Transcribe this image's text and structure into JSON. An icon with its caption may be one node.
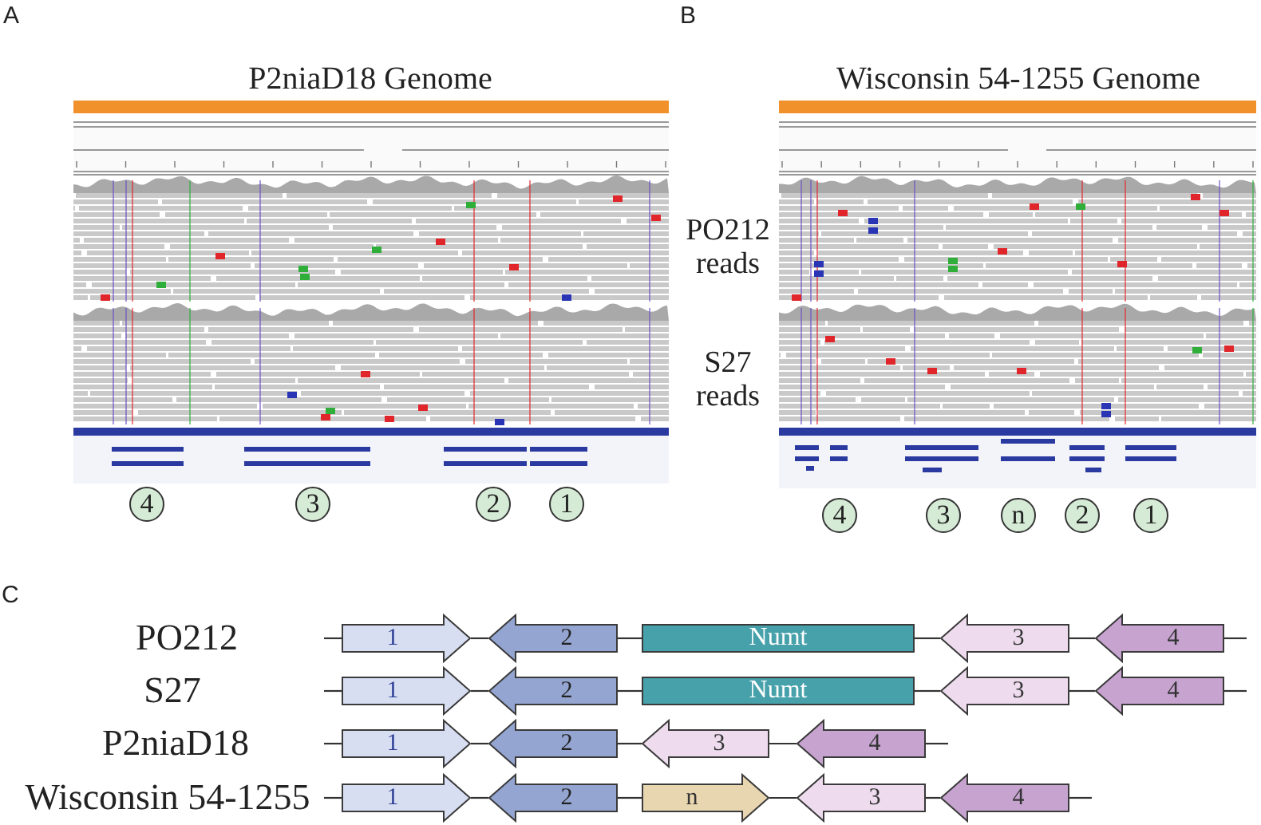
{
  "diagram": {
    "nodes": [
      {
        "text": [
          "4"
        ]
      },
      {
        "text": [
          "3"
        ]
      },
      {
        "text": [
          "2"
        ]
      },
      {
        "text": [
          "1"
        ]
      },
      {
        "text": [
          "4"
        ]
      },
      {
        "text": [
          "3"
        ]
      },
      {
        "text": [
          "n"
        ]
      },
      {
        "text": [
          "2"
        ]
      },
      {
        "text": [
          "1"
        ]
      },
      {
        "text": [
          "1"
        ]
      },
      {
        "text": [
          "2"
        ]
      },
      {
        "text": [
          "Numt"
        ]
      },
      {
        "text": [
          "3"
        ]
      },
      {
        "text": [
          "4"
        ]
      },
      {
        "text": [
          "1"
        ]
      },
      {
        "text": [
          "2"
        ]
      },
      {
        "text": [
          "Numt"
        ]
      },
      {
        "text": [
          "3"
        ]
      },
      {
        "text": [
          "4"
        ]
      },
      {
        "text": [
          "1"
        ]
      },
      {
        "text": [
          "2"
        ]
      },
      {
        "text": [
          "3"
        ]
      },
      {
        "text": [
          "4"
        ]
      },
      {
        "text": [
          "1"
        ]
      },
      {
        "text": [
          "2"
        ]
      },
      {
        "text": [
          "n"
        ]
      },
      {
        "text": [
          "3"
        ]
      },
      {
        "text": [
          "4"
        ]
      }
    ],
    "edges": [
      {
        "from": null,
        "to": 9,
        "arrow": "none"
      },
      {
        "from": 9,
        "to": 10,
        "arrow": "none"
      },
      {
        "from": 10,
        "to": 11,
        "arrow": "none"
      },
      {
        "from": 11,
        "to": 12,
        "arrow": "none"
      },
      {
        "from": 12,
        "to": 13,
        "arrow": "none"
      },
      {
        "from": 13,
        "to": null,
        "arrow": "none"
      },
      {
        "from": null,
        "to": 14,
        "arrow": "none"
      },
      {
        "from": 14,
        "to": 15,
        "arrow": "none"
      },
      {
        "from": 15,
        "to": 16,
        "arrow": "none"
      },
      {
        "from": 16,
        "to": 17,
        "arrow": "none"
      },
      {
        "from": 17,
        "to": 18,
        "arrow": "none"
      },
      {
        "from": 18,
        "to": null,
        "arrow": "none"
      },
      {
        "from": null,
        "to": 19,
        "arrow": "none"
      },
      {
        "from": 19,
        "to": 20,
        "arrow": "none"
      },
      {
        "from": 20,
        "to": 21,
        "arrow": "none"
      },
      {
        "from": 21,
        "to": 22,
        "arrow": "none"
      },
      {
        "from": 22,
        "to": null,
        "arrow": "none"
      },
      {
        "from": null,
        "to": 23,
        "arrow": "none"
      },
      {
        "from": 23,
        "to": 24,
        "arrow": "none"
      },
      {
        "from": 24,
        "to": 25,
        "arrow": "none"
      },
      {
        "from": 25,
        "to": 26,
        "arrow": "none"
      },
      {
        "from": 26,
        "to": 27,
        "arrow": "none"
      },
      {
        "from": 27,
        "to": null,
        "arrow": "none"
      }
    ],
    "labels": [
      "A",
      "P2niaD18 Genome",
      "B",
      "Wisconsin 54-1255 Genome",
      "PO212 reads",
      "S27 reads",
      "C",
      "PO212",
      "S27",
      "P2niaD18",
      "Wisconsin 54-1255"
    ]
  }
}
